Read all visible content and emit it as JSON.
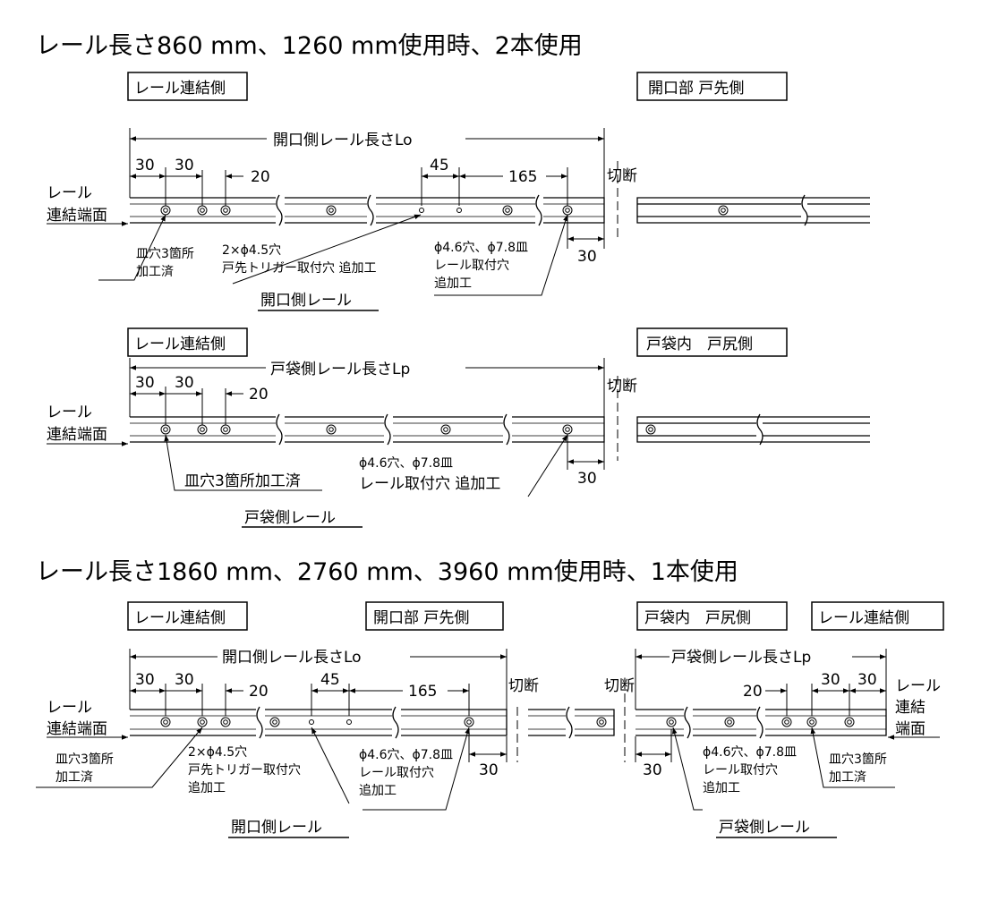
{
  "sections": [
    {
      "heading": "レール長さ860 mm、1260 mm使用時、2本使用",
      "rows": [
        {
          "left_box": "レール連結側",
          "right_box": "開口部 戸先側",
          "overall_dim": "開口側レール長さLo",
          "dims": {
            "d30a": "30",
            "d30b": "30",
            "d20": "20",
            "d45": "45",
            "d165": "165",
            "d30end": "30"
          },
          "cut": "切断",
          "end_label": [
            "レール",
            "連結端面"
          ],
          "notes": {
            "countersunk": [
              "皿穴3箇所",
              "加工済"
            ],
            "trigger": [
              "2×ϕ4.5穴",
              "戸先トリガー取付穴 追加工"
            ],
            "mount": [
              "ϕ4.6穴、ϕ7.8皿",
              "レール取付穴",
              "追加工"
            ]
          },
          "rail_name": "開口側レール"
        },
        {
          "left_box": "レール連結側",
          "right_box": "戸袋内　戸尻側",
          "overall_dim": "戸袋側レール長さLp",
          "dims": {
            "d30a": "30",
            "d30b": "30",
            "d20": "20",
            "d30end": "30"
          },
          "cut": "切断",
          "end_label": [
            "レール",
            "連結端面"
          ],
          "notes": {
            "countersunk": [
              "皿穴3箇所加工済"
            ],
            "mount": [
              "ϕ4.6穴、ϕ7.8皿",
              "レール取付穴 追加工"
            ]
          },
          "rail_name": "戸袋側レール"
        }
      ]
    },
    {
      "heading": "レール長さ1860 mm、2760 mm、3960 mm使用時、1本使用",
      "boxes": [
        "レール連結側",
        "開口部 戸先側",
        "戸袋内　戸尻側",
        "レール連結側"
      ],
      "left_rail": {
        "overall_dim": "開口側レール長さLo",
        "dims": {
          "d30a": "30",
          "d30b": "30",
          "d20": "20",
          "d45": "45",
          "d165": "165",
          "d30end": "30"
        },
        "cut": "切断",
        "end_label": [
          "レール",
          "連結端面"
        ],
        "notes": {
          "countersunk": [
            "皿穴3箇所",
            "加工済"
          ],
          "trigger": [
            "2×ϕ4.5穴",
            "戸先トリガー取付穴",
            "追加工"
          ],
          "mount": [
            "ϕ4.6穴、ϕ7.8皿",
            "レール取付穴",
            "追加工"
          ]
        },
        "rail_name": "開口側レール"
      },
      "right_rail": {
        "overall_dim": "戸袋側レール長さLp",
        "dims": {
          "d20": "20",
          "d30a": "30",
          "d30b": "30",
          "d30end": "30"
        },
        "cut": "切断",
        "end_label": [
          "レール",
          "連結",
          "端面"
        ],
        "notes": {
          "mount": [
            "ϕ4.6穴、ϕ7.8皿",
            "レール取付穴",
            "追加工"
          ],
          "countersunk": [
            "皿穴3箇所",
            "加工済"
          ]
        },
        "rail_name": "戸袋側レール"
      }
    }
  ]
}
